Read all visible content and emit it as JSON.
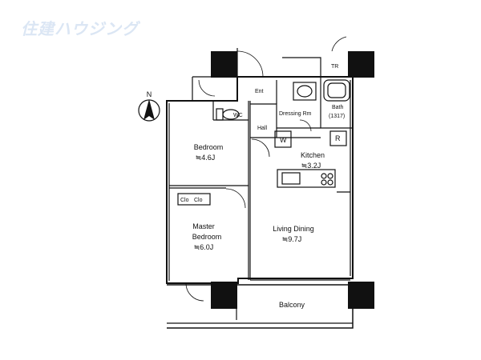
{
  "watermark": {
    "text": "住建ハウジング"
  },
  "compass": {
    "label": "N"
  },
  "rooms": {
    "entrance": "Ent",
    "toilet": "WC",
    "hall": "Hall",
    "dressing": "Dressing Rm",
    "trunk_room": "TR",
    "bath": "Bath",
    "bath_size": "(1317)",
    "washer": "W",
    "fridge": "R",
    "bedroom": "Bedroom",
    "bedroom_size": "≒4.6J",
    "kitchen": "Kitchen",
    "kitchen_size": "≒3.2J",
    "master_1": "Master",
    "master_2": "Bedroom",
    "master_size": "≒6.0J",
    "living": "Living Dining",
    "living_size": "≒9.7J",
    "balcony": "Balcony",
    "closet_a": "Clo",
    "closet_b": "Clo"
  },
  "colors": {
    "wall": "#111111",
    "column": "#111111",
    "watermark": "#dbe6f4"
  }
}
